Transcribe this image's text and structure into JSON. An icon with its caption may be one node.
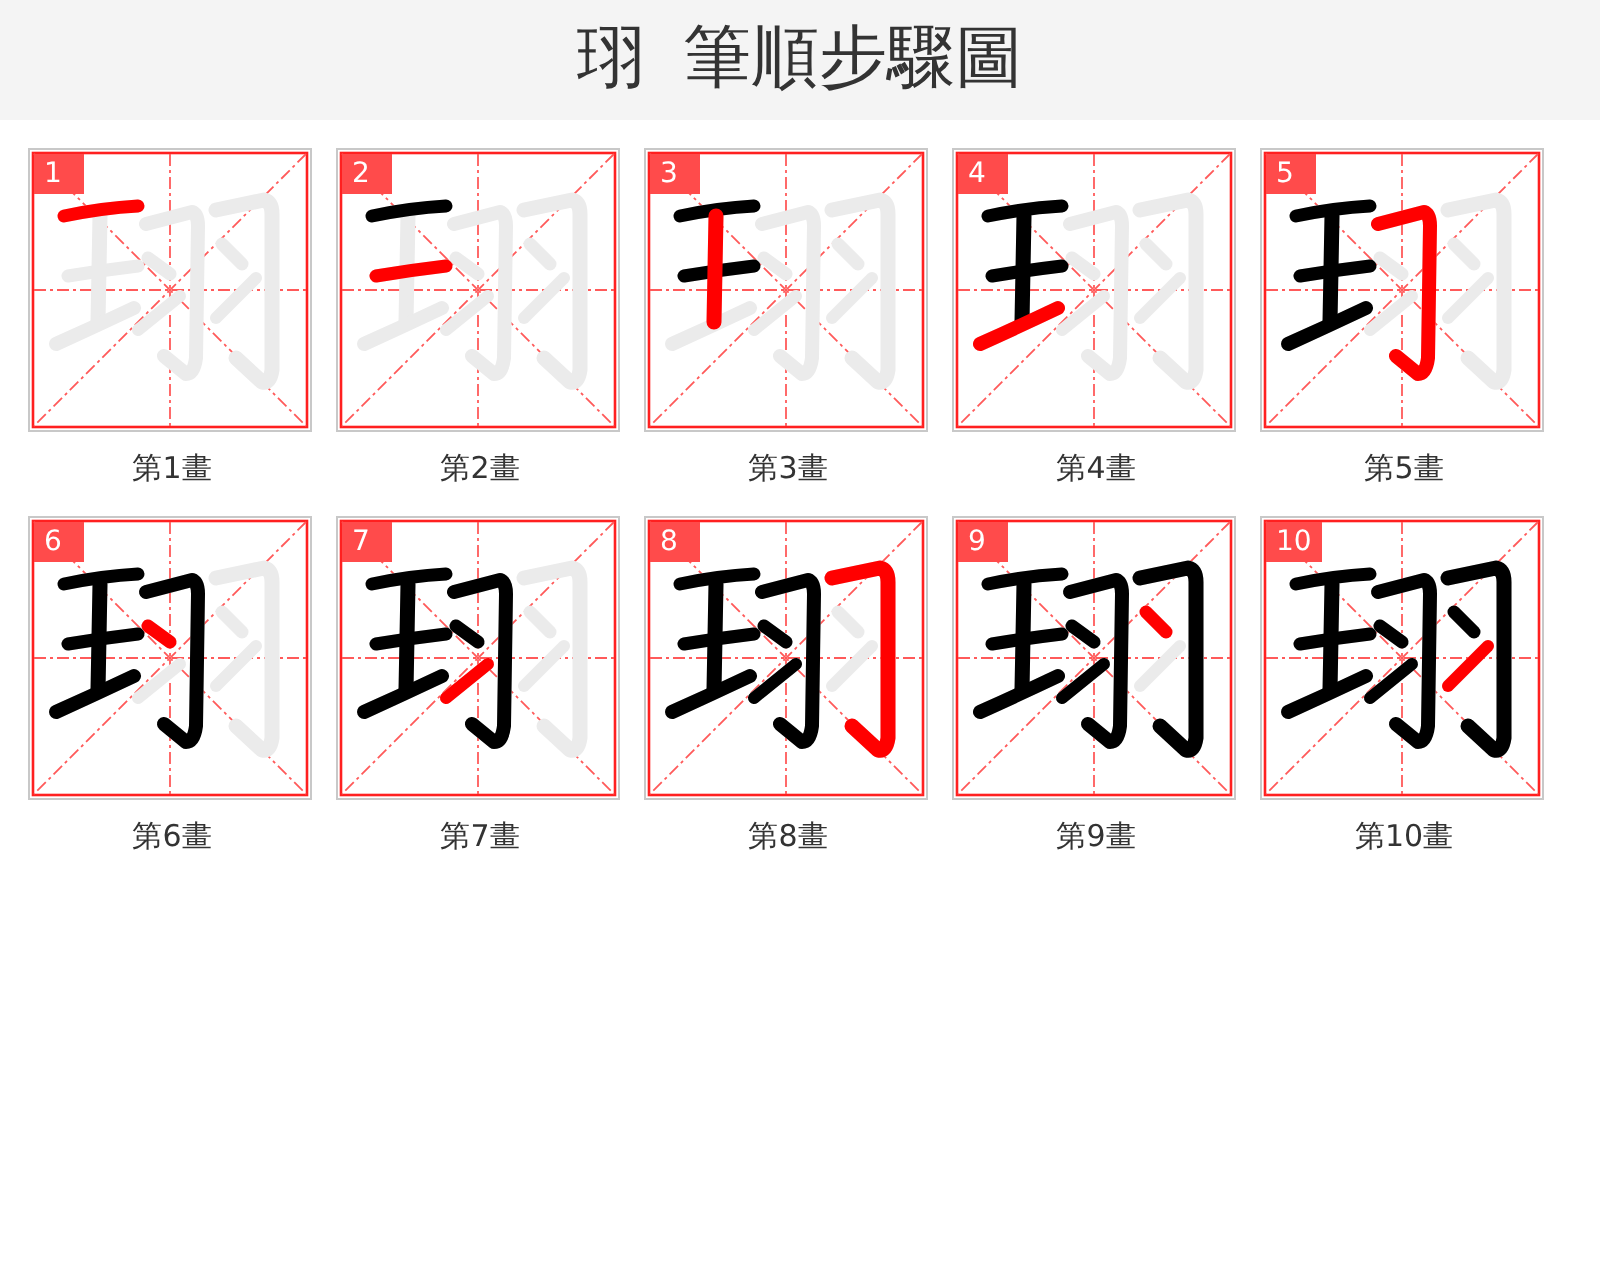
{
  "diagram": {
    "title": "珝 筆順步驟圖",
    "nodes": [
      {
        "text": [
          "1"
        ],
        "beside": [
          "第1畫"
        ]
      },
      {
        "text": [
          "2"
        ],
        "beside": [
          "第2畫"
        ]
      },
      {
        "text": [
          "3"
        ],
        "beside": [
          "第3畫"
        ]
      },
      {
        "text": [
          "4"
        ],
        "beside": [
          "第4畫"
        ]
      },
      {
        "text": [
          "5"
        ],
        "beside": [
          "第5畫"
        ]
      },
      {
        "text": [
          "6"
        ],
        "beside": [
          "第6畫"
        ]
      },
      {
        "text": [
          "7"
        ],
        "beside": [
          "第7畫"
        ]
      },
      {
        "text": [
          "8"
        ],
        "beside": [
          "第8畫"
        ]
      },
      {
        "text": [
          "9"
        ],
        "beside": [
          "第9畫"
        ]
      },
      {
        "text": [
          "10"
        ],
        "beside": [
          "第10畫"
        ]
      }
    ]
  }
}
